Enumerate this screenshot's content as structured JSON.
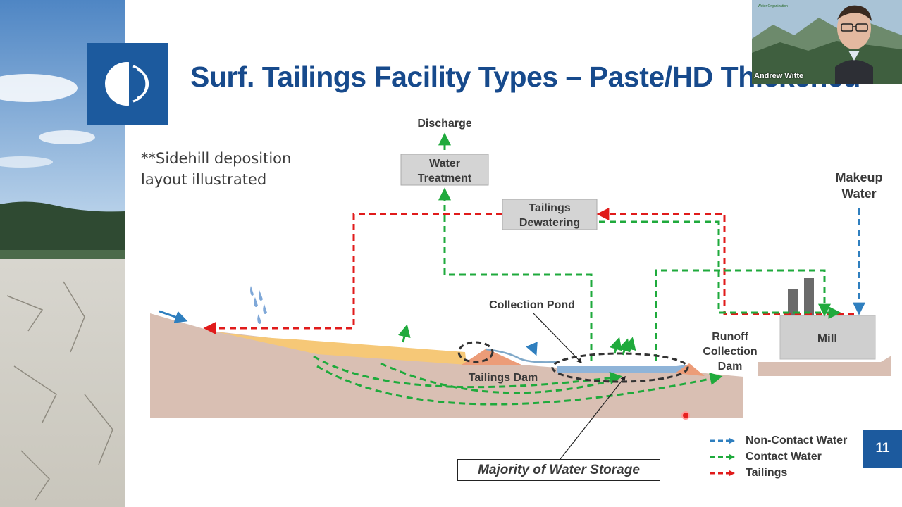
{
  "slide": {
    "title": "Surf. Tailings Facility Types – Paste/HD Thickened",
    "note": "**Sidehill deposition layout illustrated",
    "page_number": "11"
  },
  "diagram": {
    "labels": {
      "discharge": "Discharge",
      "water_treatment": [
        "Water",
        "Treatment"
      ],
      "tailings_dewatering": [
        "Tailings",
        "Dewatering"
      ],
      "makeup_water": [
        "Makeup",
        "Water"
      ],
      "collection_pond": "Collection Pond",
      "runoff_collection_dam": [
        "Runoff",
        "Collection",
        "Dam"
      ],
      "tailings_dam": "Tailings Dam",
      "mill": "Mill",
      "majority_of_water_storage": "Majority of Water Storage"
    }
  },
  "legend": {
    "items": [
      {
        "label": "Non-Contact Water",
        "color": "#2f7fbf"
      },
      {
        "label": "Contact Water",
        "color": "#1faa3c"
      },
      {
        "label": "Tailings",
        "color": "#e01b1b"
      }
    ]
  },
  "webcam": {
    "presenter_name": "Andrew Witte",
    "brand": "Water Organization"
  },
  "colors": {
    "brand_blue": "#1c5a9e",
    "title_blue": "#174a8c",
    "ground": "#d9bfb3",
    "tailings": "#f6c877",
    "dam": "#ec9c78",
    "pond": "#8fb4d8"
  }
}
